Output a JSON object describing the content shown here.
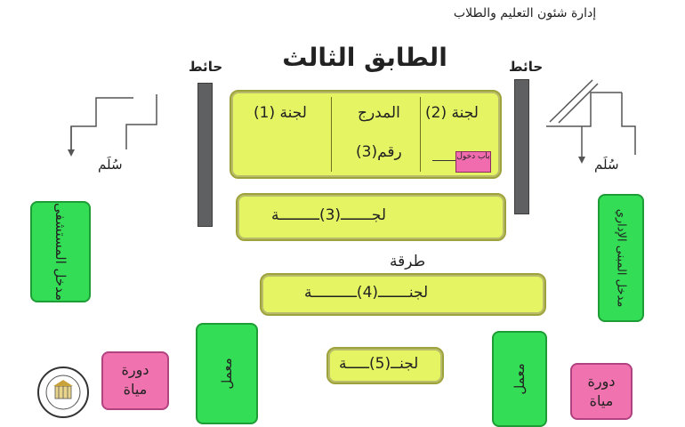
{
  "header": {
    "admin_text": "إدارة شئون التعليم والطلاب"
  },
  "floor_title": "الطابق الثالث",
  "walls": {
    "left_label": "حائط",
    "right_label": "حائط"
  },
  "stairs": {
    "left_label": "سُلَم",
    "right_label": "سُلَم"
  },
  "rooms": {
    "committee_1": "لجنة (1)",
    "amphitheater": "المدرج",
    "amphitheater_number": "رقم(3)",
    "committee_2": "لجنة (2)",
    "entrance_door": "باب دخول",
    "committee_3": "لجـــــــ(3)ـــــــــة",
    "committee_4": "لجنـــــــ(4)ــــــــــة",
    "committee_5": "لجنــ(5)ـــــة"
  },
  "corridor_label": "طرقة",
  "entrances": {
    "hospital_entrance": "مدخل المستشفى",
    "admin_building_entrance": "مدخل المبنى الإداري"
  },
  "labs": {
    "left": "معمل",
    "right": "معمل"
  },
  "restrooms": {
    "left": "دورة مياة",
    "right": "دورة مياة"
  },
  "colors": {
    "room_fill": "#e4f462",
    "entrance_fill": "#33dd55",
    "restroom_fill": "#f072ae",
    "wall_fill": "#5f6061"
  }
}
